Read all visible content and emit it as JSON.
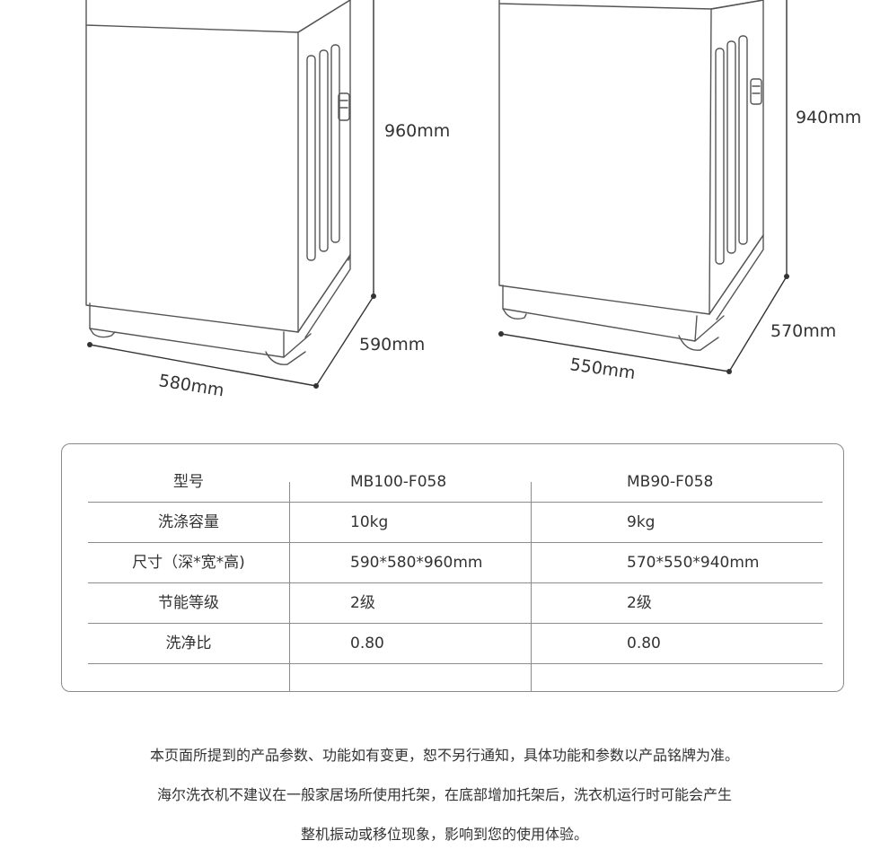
{
  "dimensions": {
    "left_machine": {
      "height": "960mm",
      "depth": "590mm",
      "width": "580mm"
    },
    "right_machine": {
      "height": "940mm",
      "depth": "570mm",
      "width": "550mm"
    }
  },
  "spec_table": {
    "rows": [
      {
        "label": "型号",
        "v1": "MB100-F058",
        "v2": "MB90-F058"
      },
      {
        "label": "洗涤容量",
        "v1": "10kg",
        "v2": "9kg"
      },
      {
        "label": "尺寸（深*宽*高)",
        "v1": "590*580*960mm",
        "v2": "570*550*940mm"
      },
      {
        "label": "节能等级",
        "v1": "2级",
        "v2": "2级"
      },
      {
        "label": "洗净比",
        "v1": "0.80",
        "v2": "0.80"
      },
      {
        "label": "",
        "v1": "",
        "v2": ""
      }
    ]
  },
  "notes": {
    "line1": "本页面所提到的产品参数、功能如有变更，恕不另行通知，具体功能和参数以产品铭牌为准。",
    "line2": "海尔洗衣机不建议在一般家居场所使用托架，在底部增加托架后，洗衣机运行时可能会产生",
    "line3": "整机振动或移位现象，影响到您的使用体验。"
  }
}
